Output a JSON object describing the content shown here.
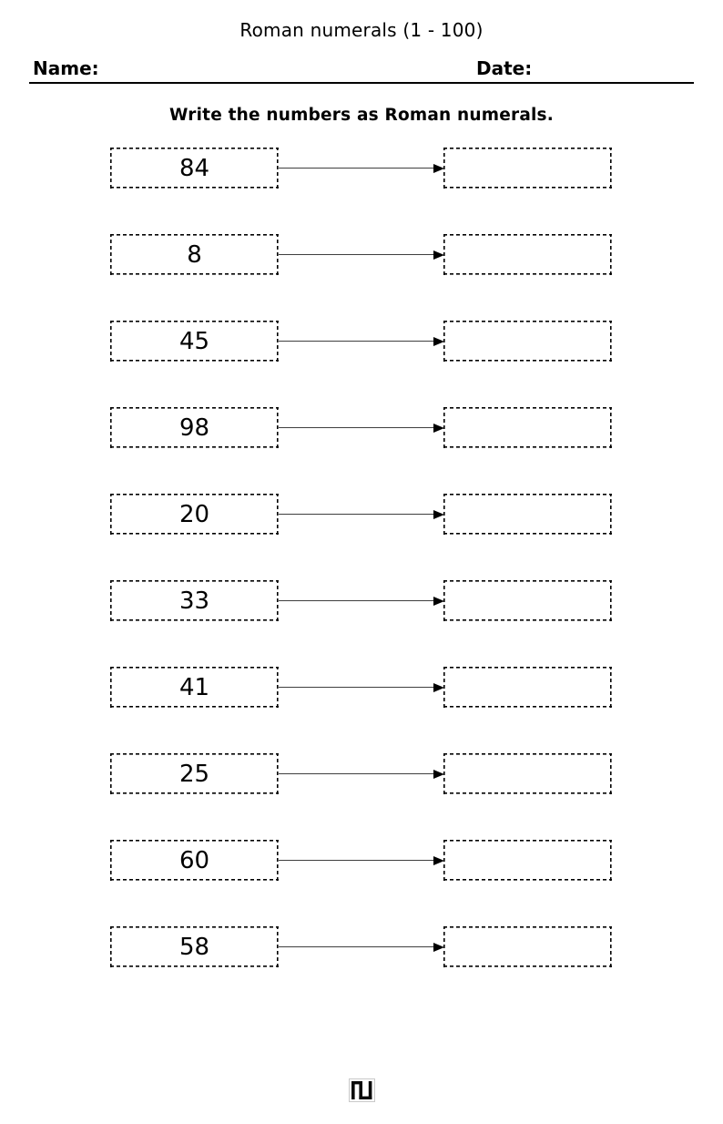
{
  "document": {
    "title": "Roman numerals (1 - 100)",
    "header": {
      "name_label": "Name:",
      "name_value": "",
      "date_label": "Date:",
      "date_value": ""
    },
    "instruction": "Write the numbers as Roman numerals.",
    "problems": [
      {
        "number": "84",
        "answer": ""
      },
      {
        "number": "8",
        "answer": ""
      },
      {
        "number": "45",
        "answer": ""
      },
      {
        "number": "98",
        "answer": ""
      },
      {
        "number": "20",
        "answer": ""
      },
      {
        "number": "33",
        "answer": ""
      },
      {
        "number": "41",
        "answer": ""
      },
      {
        "number": "25",
        "answer": ""
      },
      {
        "number": "60",
        "answer": ""
      },
      {
        "number": "58",
        "answer": ""
      }
    ],
    "footer": {
      "logo": "publisher-monogram-logo"
    },
    "colors": {
      "ink": "#000000",
      "arrow_line": "#3f3f3f"
    }
  }
}
